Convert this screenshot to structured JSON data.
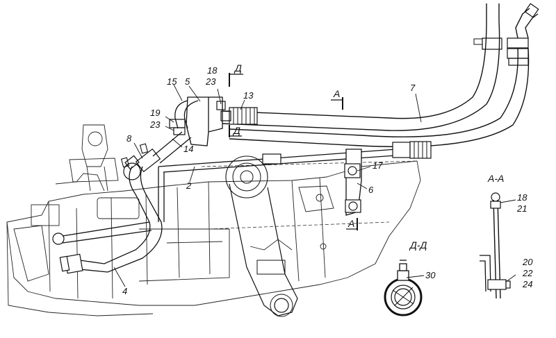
{
  "labels": {
    "l18": "18",
    "l23a": "23",
    "l15": "15",
    "l5": "5",
    "l13": "13",
    "l19": "19",
    "l23b": "23",
    "l8": "8",
    "l14": "14",
    "l7": "7",
    "l17": "17",
    "l2": "2",
    "l6": "6",
    "l4": "4",
    "l30": "30",
    "l18b": "18",
    "l21": "21",
    "l20": "20",
    "l22": "22",
    "l24": "24"
  },
  "section_marks": {
    "d_top": "Д",
    "d_bottom": "Д",
    "a_top": "А",
    "a_bottom": "А"
  },
  "section_titles": {
    "dd": "Д-Д",
    "aa": "А-А"
  }
}
